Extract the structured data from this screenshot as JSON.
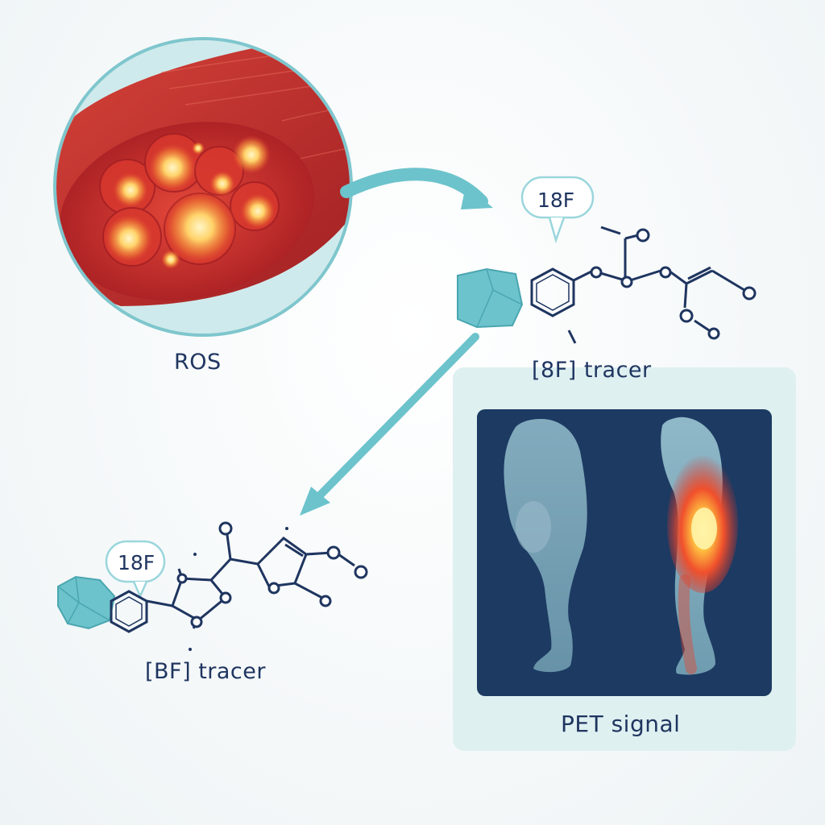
{
  "labels": {
    "ros": "ROS",
    "isotope_top": "18F",
    "tracer_top": "[8F] tracer",
    "isotope_bottom": "18F",
    "tracer_bottom": "[BF] tracer",
    "pet": "PET signal"
  },
  "colors": {
    "tissue_red": "#c8322a",
    "ros_glow": "#ffd36a",
    "teal": "#6cc3cc",
    "navy": "#1f3560",
    "pet_background": "#1c3a62",
    "panel_background": "#dff0f1"
  }
}
